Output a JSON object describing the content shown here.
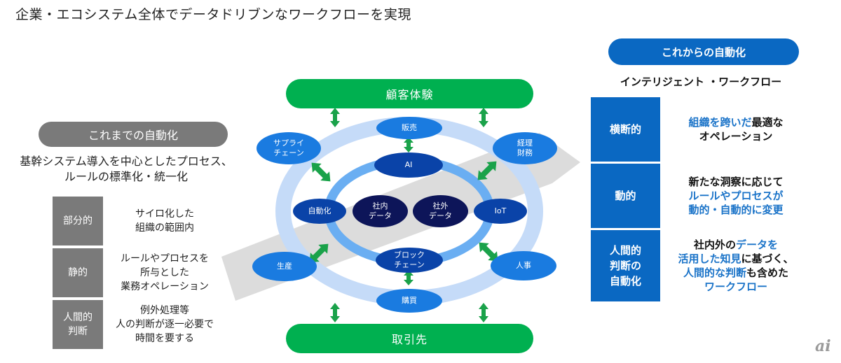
{
  "title": "企業・エコシステム全体でデータドリブンなワークフローを実現",
  "left": {
    "pill": "これまでの自動化",
    "subtitle": [
      "基幹システム導入を中心としたプロセス、",
      "ルールの標準化・統一化"
    ],
    "rows": [
      {
        "label": [
          "部分的"
        ],
        "desc": [
          "サイロ化した",
          "組織の範囲内"
        ]
      },
      {
        "label": [
          "静的"
        ],
        "desc": [
          "ルールやプロセスを",
          "所与とした",
          "業務オペレーション"
        ]
      },
      {
        "label": [
          "人間的",
          "判断"
        ],
        "desc": [
          "例外処理等",
          "人の判断が逐一必要で",
          "時間を要する"
        ]
      }
    ]
  },
  "right": {
    "pill": "これからの自動化",
    "subtitle": "インテリジェント ・ワークフロー",
    "rows": [
      {
        "label": [
          "横断的"
        ],
        "desc": [
          [
            {
              "t": "組織を跨いだ",
              "hl": true
            },
            {
              "t": "最適な",
              "hl": false
            }
          ],
          [
            {
              "t": "オペレーション",
              "hl": false
            }
          ]
        ]
      },
      {
        "label": [
          "動的"
        ],
        "desc": [
          [
            {
              "t": "新たな洞察に応じて",
              "hl": false
            }
          ],
          [
            {
              "t": "ルールやプロセスが",
              "hl": true
            }
          ],
          [
            {
              "t": "動的・自動的に変更",
              "hl": true
            }
          ]
        ]
      },
      {
        "label": [
          "人間的",
          "判断の",
          "自動化"
        ],
        "desc": [
          [
            {
              "t": "社内外の",
              "hl": false
            },
            {
              "t": "データを",
              "hl": true
            }
          ],
          [
            {
              "t": "活用した知見",
              "hl": true
            },
            {
              "t": "に基づく、",
              "hl": false
            }
          ],
          [
            {
              "t": "人間的な判断",
              "hl": true
            },
            {
              "t": "も含めた",
              "hl": false
            }
          ],
          [
            {
              "t": "ワークフロー",
              "hl": true
            }
          ]
        ]
      }
    ]
  },
  "center": {
    "top_bar": "顧客体験",
    "bottom_bar": "取引先",
    "outer_nodes": {
      "sales": "販売",
      "supply_chain": [
        "サプライ",
        "チェーン"
      ],
      "accounting": [
        "経理",
        "財務"
      ],
      "production": "生産",
      "hr": "人事",
      "purchasing": "購買"
    },
    "inner_nodes": {
      "ai": "AI",
      "automation": "自動化",
      "iot": "IoT",
      "blockchain": [
        "ブロック",
        "チェーン"
      ]
    },
    "core_nodes": {
      "internal_data": [
        "社内",
        "データ"
      ],
      "external_data": [
        "社外",
        "データ"
      ]
    }
  },
  "colors": {
    "green": "#00b050",
    "blue": "#0a68c2",
    "highlight": "#1a73c8",
    "gray": "#7a7a7a",
    "outer_ring": "#c5dbf8",
    "inner_ring": "#6aaef2"
  },
  "logo": "ai"
}
